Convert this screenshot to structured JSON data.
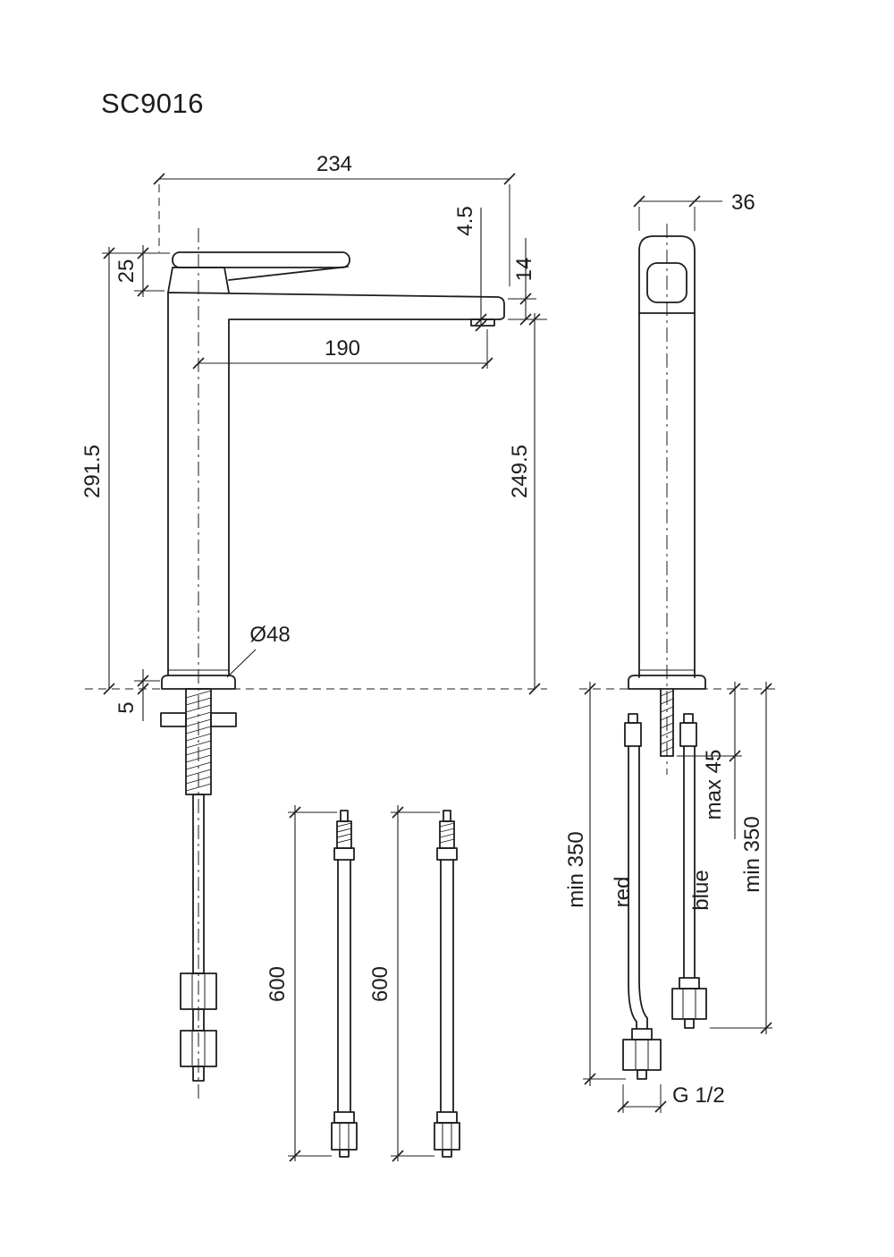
{
  "title": "SC9016",
  "colors": {
    "line": "#1d1d1b",
    "background": "#ffffff"
  },
  "front_view": {
    "dim_width_top": "234",
    "dim_aerator": "4.5",
    "dim_handle_rise": "25",
    "dim_spout_thickness": "14",
    "dim_spout_reach": "190",
    "dim_total_height": "291.5",
    "dim_height_to_spout": "249.5",
    "dim_base_diameter": "Ø48",
    "dim_base_plate": "5"
  },
  "hoses": {
    "dim_length_left": "600",
    "dim_length_right": "600"
  },
  "side_view": {
    "dim_depth": "36",
    "dim_hose_min_left": "min 350",
    "label_hot": "red",
    "dim_max_deck": "max 45",
    "label_cold": "blue",
    "dim_hose_min_right": "min 350",
    "dim_thread": "G 1/2"
  }
}
